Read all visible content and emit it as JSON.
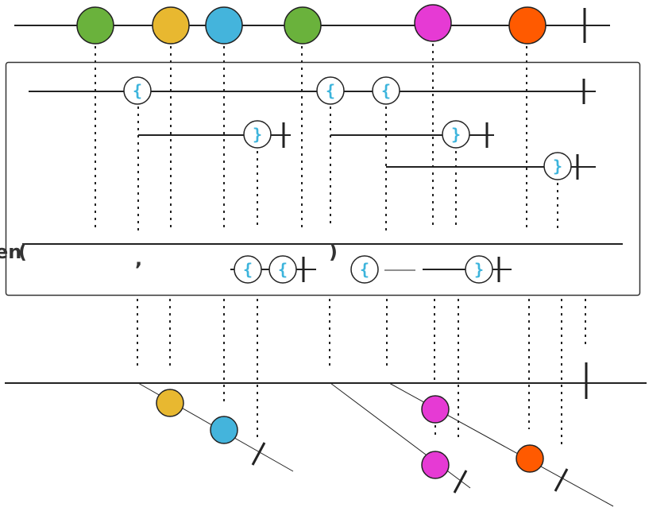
{
  "operator": {
    "name_fragment": "en",
    "open_paren": "(",
    "close_paren": ")",
    "comma": ","
  },
  "glyphs": {
    "open": "{",
    "close": "}"
  },
  "colors": {
    "green": "#6ab23c",
    "yellow": "#e8b830",
    "blue": "#44b4dc",
    "magenta": "#e63ad4",
    "orange": "#ff5a00",
    "glyph": "#3cb4dc"
  },
  "source_stream": {
    "marbles": [
      "green",
      "yellow",
      "blue",
      "green",
      "magenta",
      "orange"
    ]
  },
  "output_windows": [
    {
      "marbles": [
        "yellow",
        "blue"
      ]
    },
    {
      "marbles": [
        "magenta"
      ]
    },
    {
      "marbles": [
        "magenta",
        "orange"
      ]
    }
  ]
}
